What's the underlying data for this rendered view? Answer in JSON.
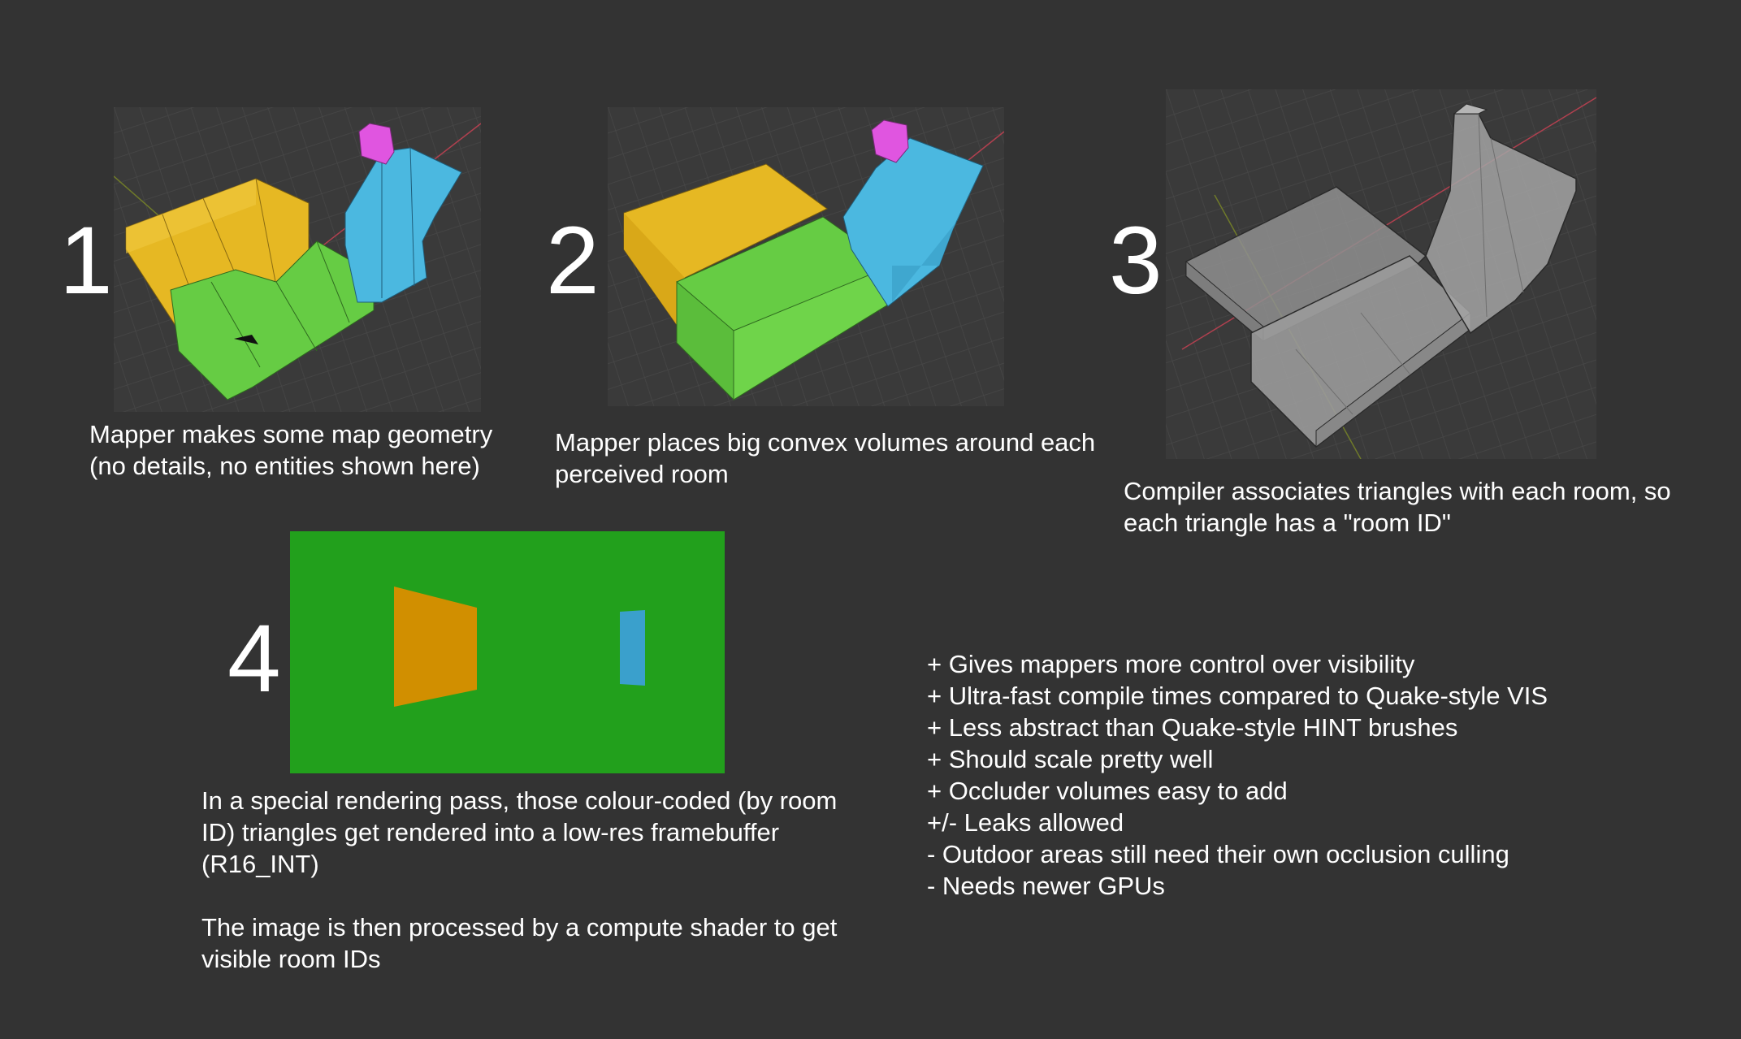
{
  "colors": {
    "background": "#333333",
    "viewport": "#3a3a3a",
    "yellow_room": "#e6b823",
    "green_room": "#66cc44",
    "blue_room": "#4bb8e0",
    "magenta_room": "#e055e0",
    "grey_room": "#8f8f8f",
    "framebuffer_green": "#22a01c",
    "framebuffer_orange": "#d18f00",
    "framebuffer_blue": "#3aa0cc"
  },
  "steps": [
    {
      "number": "1",
      "caption": "Mapper makes some map geometry\n(no details, no entities shown here)"
    },
    {
      "number": "2",
      "caption": "Mapper places big convex volumes around each\nperceived room"
    },
    {
      "number": "3",
      "caption": "Compiler associates triangles with each room, so\neach triangle has a \"room ID\""
    },
    {
      "number": "4",
      "caption": "In a special rendering pass, those colour-coded (by room\nID) triangles get rendered into a low-res framebuffer\n(R16_INT)\n\nThe image is then processed by a compute shader to get\nvisible room IDs"
    }
  ],
  "notes": [
    "+ Gives mappers more control over visibility",
    "+ Ultra-fast compile times compared to Quake-style VIS",
    "+ Less abstract than Quake-style HINT brushes",
    "+ Should scale pretty well",
    "+ Occluder volumes easy to add",
    "+/- Leaks allowed",
    "- Outdoor areas still need their own occlusion culling",
    "- Needs newer GPUs"
  ]
}
